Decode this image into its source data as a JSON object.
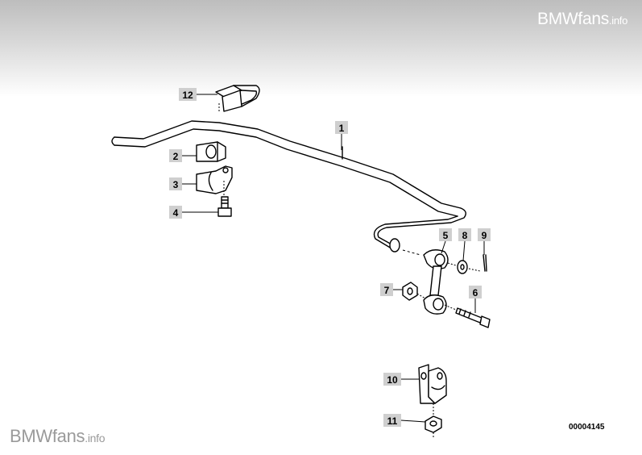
{
  "watermark": {
    "brand": "BMWfans",
    "suffix": ".info"
  },
  "diagram_id": "00004145",
  "callouts": [
    {
      "id": "1",
      "label": "1"
    },
    {
      "id": "2",
      "label": "2"
    },
    {
      "id": "3",
      "label": "3"
    },
    {
      "id": "4",
      "label": "4"
    },
    {
      "id": "5",
      "label": "5"
    },
    {
      "id": "6",
      "label": "6"
    },
    {
      "id": "7",
      "label": "7"
    },
    {
      "id": "8",
      "label": "8"
    },
    {
      "id": "9",
      "label": "9"
    },
    {
      "id": "10",
      "label": "10"
    },
    {
      "id": "11",
      "label": "11"
    },
    {
      "id": "12",
      "label": "12"
    }
  ]
}
